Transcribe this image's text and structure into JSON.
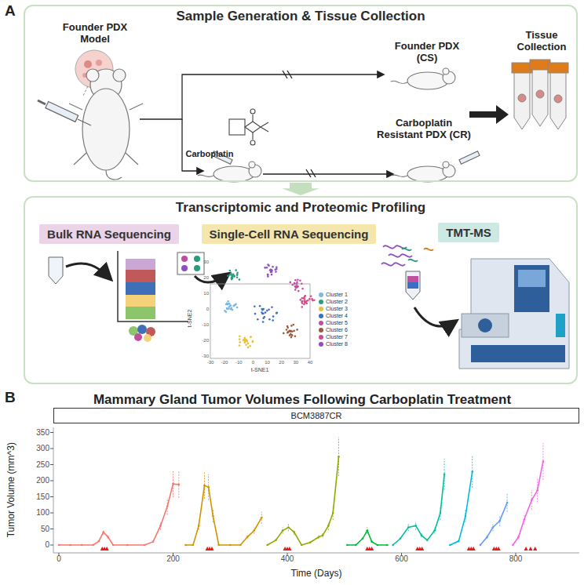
{
  "diagram": {
    "nodes": [
      {
        "text": [
          "Sample Generation & Tissue Collection"
        ]
      },
      {
        "text": [
          "Transcriptomic and Proteomic Profiling"
        ]
      },
      {
        "text": [
          "Bulk RNA Sequencing"
        ],
        "in": 1
      },
      {
        "text": [
          "Single-Cell RNA Sequencing"
        ],
        "in": 1
      },
      {
        "text": [
          "TMT-MS"
        ],
        "in": 1
      },
      {
        "text": [
          "BCM3887CR"
        ]
      }
    ],
    "edges": [
      {
        "from": 0,
        "to": 1,
        "arrow": "to"
      }
    ],
    "labels": [
      "A",
      "Founder PDX Model",
      "Founder PDX (CS)",
      "Carboplatin",
      "Carboplatin Resistant PDX (CR)",
      "Tissue Collection",
      "t-SNE1",
      "t-SNE2",
      "-30",
      "-20",
      "-10",
      "0",
      "10",
      "20",
      "30",
      "40",
      "30",
      "20",
      "10",
      "0",
      "-10",
      "-20",
      "-30",
      "B",
      "Mammary Gland Tumor Volumes Following Carboplatin Treatment",
      "0",
      "50",
      "100",
      "150",
      "200",
      "250",
      "300",
      "350",
      "0",
      "200",
      "400",
      "600",
      "800",
      "Tumor Volume (mm^3)",
      "Time (Days)"
    ],
    "legend": [
      {
        "text": "Cluster 1",
        "color": "#7ab8e3"
      },
      {
        "text": "Cluster 2",
        "color": "#2a9d7f"
      },
      {
        "text": "Cluster 3",
        "color": "#e8c13a"
      },
      {
        "text": "Cluster 4",
        "color": "#3a6fc4"
      },
      {
        "text": "Cluster 5",
        "color": "#c04fa0"
      },
      {
        "text": "Cluster 6",
        "color": "#9a5a3c"
      },
      {
        "text": "Cluster 7",
        "color": "#d64a8a"
      },
      {
        "text": "Cluster 8",
        "color": "#8f4fbf"
      }
    ]
  }
}
